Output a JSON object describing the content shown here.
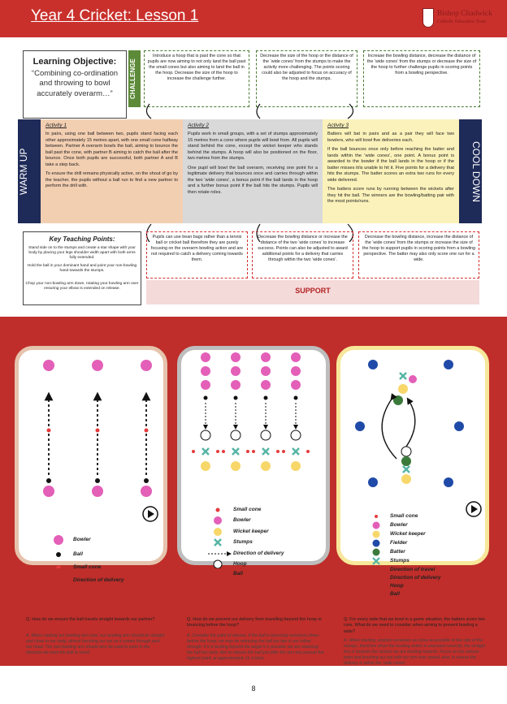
{
  "header": {
    "title": "Year 4 Cricket: Lesson 1",
    "org_line1": "Bishop Chadwick",
    "org_line2": "Catholic Education Trust"
  },
  "objective": {
    "title": "Learning Objective:",
    "text": "“Combining co-ordination and throwing to bowl accurately overarm…”"
  },
  "challenge": {
    "label": "CHALLENGE",
    "items": [
      "Introduce a hoop that is past the cone so that pupils are now aiming to not only land the ball past the small cones but also aiming to land the ball in the hoop. Decrease the size of the hoop to increase the challenge further.",
      "Decrease the size of the hoop or the distance of the ‘wide cones’ from the stumps to make the activity more challenging. The points scoring could also be adjusted to focus on accuracy of the hoop and the stumps.",
      "Increase the bowling distance, decrease the distance of the ‘wide cones’ from the stumps or decrease the size of the hoop to further challenge pupils in scoring points from a bowling perspective."
    ]
  },
  "warm_up": "WARM UP",
  "cool_down": "COOL DOWN",
  "activities": [
    {
      "heading": "Activity 1",
      "paras": [
        "In pairs, using one ball between two, pupils stand facing each other approximately 15 metres apart, with one small cone halfway between. Partner A overarm bowls the ball, aiming to bounce the ball past the cone, with partner B aiming to catch the ball after the bounce. Once both pupils are successful, both partner A and B take a step back.",
        "To ensure the drill remains physically active, on the shout of go by the teacher, the pupils without a ball run to find a new partner to perform the drill with."
      ]
    },
    {
      "heading": "Activity 2",
      "paras": [
        "Pupils work in small groups, with a set of stumps approximately 15 metres from a cone where pupils will bowl from. All pupils will stand behind the cone, except the wicket keeper who stands behind the stumps. A hoop will also be positioned on the floor, two metres from the stumps.",
        "One pupil will bowl the ball overarm, receiving one point for a legitimate delivery that bounces once and carries through within the two ‘wide cones’, a bonus point if the ball lands in the hoop and a further bonus point if the ball hits the stumps. Pupils will then rotate roles."
      ]
    },
    {
      "heading": "Activity 3",
      "paras": [
        "Batters will bat in pairs and as a pair they will face two bowlers, who will bowl five deliveries each.",
        "If the ball bounces once only before reaching the batter and lands within the ‘wide cones’, one point. A bonus point is awarded to the bowler if the ball lands in the hoop or if the batter misses it/is unable to hit it. Five points for a delivery that hits the stumps. The batter scores an extra two runs for every wide delivered.",
        "The batters score runs by running between the wickets after they hit the ball. The winners are the bowling/batting pair with the most points/runs."
      ]
    }
  ],
  "key_points": {
    "title": "Key Teaching Points:",
    "items": [
      "Stand side on to the stumps and create a star shape with your body by placing your legs shoulder width apart with both arms fully extended.",
      "Hold the ball in your dominant hand and point your non-bowling hand towards the stumps.",
      "Chop your non-bowling arm down, rotating your bowling arm over ensuring your elbow is extended on release."
    ]
  },
  "support": {
    "label": "SUPPORT",
    "items": [
      "Pupils can use bean bags rather than a tennis ball or cricket ball therefore they are purely focusing on the overarm bowling action and are not required to catch a delivery coming towards them.",
      "Decrease the bowling distance or increase the distance of the two ‘wide cones’ to increase success. Points can also be adjusted to award additional points for a delivery that carries through within the two ‘wide cones’.",
      "Decrease the bowling distance, increase the distance of the ‘wide cones’ from the stumps or increase the size of the hoop to support pupils in scoring points from a bowling perspective. The batter may also only score one run for a wide."
    ]
  },
  "legend1": [
    "Bowler",
    "Ball",
    "Small cone",
    "Direction of delivery"
  ],
  "legend2": [
    "Small cone",
    "Bowler",
    "Wicket keeper",
    "Stumps",
    "Direction of delivery",
    "Hoop",
    "Ball"
  ],
  "legend3": [
    "Small cone",
    "Bowler",
    "Wicket keeper",
    "Fielder",
    "Batter",
    "Stumps",
    "Direction of travel",
    "Direction of delivery",
    "Hoop",
    "Ball"
  ],
  "qa": [
    {
      "q": "Q. How do we ensure the ball travels straight towards our partner?",
      "a": "A. When rotating our bowling arm over, our bowling arm should be straight and close to our body, almost brushing our ear as it comes through past our head. The non-bowling arm should also be used to point in the direction we want the ball to travel."
    },
    {
      "q": "Q. How do we prevent our delivery from travelling beyond the hoop or bouncing before the hoop?",
      "a": "A. Consider the point of release. If the ball is bouncing numerous times before the hoop, we may be releasing the ball too late in our follow through. If it is landing beyond the target it is possible we are releasing the ball too early. Aim to release the ball just after the arm has passed the highest point, at approximately 11 o’clock."
    },
    {
      "q": "Q. For every wide that we bowl in a game situation, the batters score two runs. What do we need to consider when aiming to prevent bowling a wide?",
      "a": "A. When bowling, position ourselves as close as possible to the side of the stumps, therefore when the bowling action is executed correctly, the straight line is towards the stumps we are bowling towards. Focus on the release point and brushing our ear with our arm over speed, also, to ensure the delivery is within the ‘wide cones’."
    }
  ],
  "page_number": "8",
  "colors": {
    "header": "#c9302c",
    "navy": "#1e2a58",
    "challenge": "#5c8a38",
    "pink": "#e35fb8",
    "yellow": "#f7d76a",
    "blue": "#1f4aa8",
    "green": "#3b7a3b",
    "teal": "#55b5a5"
  }
}
